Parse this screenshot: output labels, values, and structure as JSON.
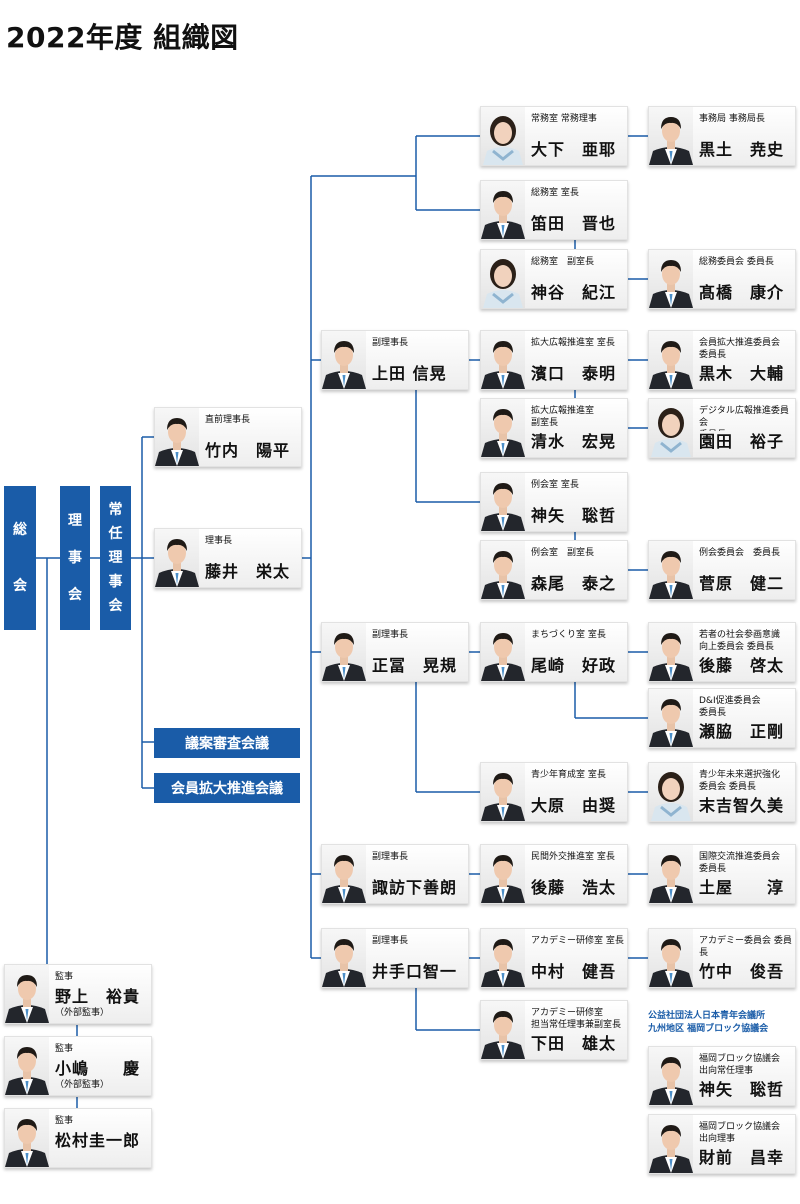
{
  "title": "2022年度 組織図",
  "colors": {
    "accent": "#1a5ca8",
    "line": "#1a5ca8"
  },
  "vertical_boxes": [
    {
      "id": "soukai",
      "label": "総会",
      "chars": [
        "総",
        "会"
      ]
    },
    {
      "id": "rijikai",
      "label": "理事会",
      "chars": [
        "理",
        "事",
        "会"
      ]
    },
    {
      "id": "joninrijikai",
      "label": "常任理事会",
      "chars": [
        "常",
        "任",
        "理",
        "事",
        "会"
      ]
    }
  ],
  "councils": [
    {
      "id": "giansinsa",
      "label": "議案審査会議"
    },
    {
      "id": "kaiinkakudai",
      "label": "会員拡大推進会議"
    }
  ],
  "bloc_label": "公益社団法人日本青年会議所\n九州地区 福岡ブロック協議会",
  "cards": [
    {
      "id": "c01",
      "role": "常務室 常務理事",
      "name": "大下　亜耶",
      "gender": "f"
    },
    {
      "id": "c02",
      "role": "事務局 事務局長",
      "name": "黒土　尭史",
      "gender": "m"
    },
    {
      "id": "c03",
      "role": "総務室 室長",
      "name": "笛田　晋也",
      "gender": "m"
    },
    {
      "id": "c04",
      "role": "総務室　副室長",
      "name": "神谷　紀江",
      "gender": "f"
    },
    {
      "id": "c05",
      "role": "総務委員会 委員長",
      "name": "髙橋　康介",
      "gender": "m"
    },
    {
      "id": "c06",
      "role": "副理事長",
      "name": "上田 信晃",
      "gender": "m"
    },
    {
      "id": "c07",
      "role": "拡大広報推進室 室長",
      "name": "濱口　泰明",
      "gender": "m"
    },
    {
      "id": "c08",
      "role": "会員拡大推進委員会\n委員長",
      "name": "黒木　大輔",
      "gender": "m"
    },
    {
      "id": "c09",
      "role": "直前理事長",
      "name": "竹内　陽平",
      "gender": "m"
    },
    {
      "id": "c10",
      "role": "拡大広報推進室\n副室長",
      "name": "清水　宏晃",
      "gender": "m"
    },
    {
      "id": "c11",
      "role": "デジタル広報推進委員会\n委員長",
      "name": "園田　裕子",
      "gender": "f"
    },
    {
      "id": "c12",
      "role": "例会室 室長",
      "name": "神矢　聡哲",
      "gender": "m"
    },
    {
      "id": "c13",
      "role": "理事長",
      "name": "藤井　栄太",
      "gender": "m"
    },
    {
      "id": "c14",
      "role": "例会室　副室長",
      "name": "森尾　泰之",
      "gender": "m"
    },
    {
      "id": "c15",
      "role": "例会委員会　委員長",
      "name": "菅原　健二",
      "gender": "m"
    },
    {
      "id": "c16",
      "role": "副理事長",
      "name": "正冨　晃規",
      "gender": "m"
    },
    {
      "id": "c17",
      "role": "まちづくり室 室長",
      "name": "尾崎　好政",
      "gender": "m"
    },
    {
      "id": "c18",
      "role": "若者の社会参画意識\n向上委員会 委員長",
      "name": "後藤　啓太",
      "gender": "m"
    },
    {
      "id": "c19",
      "role": "D&I促進委員会\n委員長",
      "name": "瀬脇　正剛",
      "gender": "m"
    },
    {
      "id": "c20",
      "role": "青少年育成室 室長",
      "name": "大原　由奨",
      "gender": "m"
    },
    {
      "id": "c21",
      "role": "青少年未来選択強化\n委員会 委員長",
      "name": "末吉智久美",
      "gender": "f"
    },
    {
      "id": "c22",
      "role": "副理事長",
      "name": "諏訪下善朗",
      "gender": "m"
    },
    {
      "id": "c23",
      "role": "民間外交推進室 室長",
      "name": "後藤　浩太",
      "gender": "m"
    },
    {
      "id": "c24",
      "role": "国際交流推進委員会\n委員長",
      "name": "土屋　　淳",
      "gender": "m"
    },
    {
      "id": "c25",
      "role": "副理事長",
      "name": "井手口智一",
      "gender": "m"
    },
    {
      "id": "c26",
      "role": "アカデミー研修室 室長",
      "name": "中村　健吾",
      "gender": "m"
    },
    {
      "id": "c27",
      "role": "アカデミー委員会 委員長",
      "name": "竹中　俊吾",
      "gender": "m"
    },
    {
      "id": "c28",
      "role": "アカデミー研修室\n担当常任理事兼副室長",
      "name": "下田　雄太",
      "gender": "m"
    },
    {
      "id": "c29",
      "role": "監事",
      "name": "野上　裕貴",
      "note": "（外部監事）",
      "gender": "m"
    },
    {
      "id": "c30",
      "role": "監事",
      "name": "小嶋　　慶",
      "note": "（外部監事）",
      "gender": "m"
    },
    {
      "id": "c31",
      "role": "監事",
      "name": "松村圭一郎",
      "gender": "m"
    },
    {
      "id": "c32",
      "role": "福岡ブロック協議会\n出向常任理事",
      "name": "神矢　聡哲",
      "gender": "m"
    },
    {
      "id": "c33",
      "role": "福岡ブロック協議会\n出向理事",
      "name": "財前　昌幸",
      "gender": "m"
    }
  ]
}
